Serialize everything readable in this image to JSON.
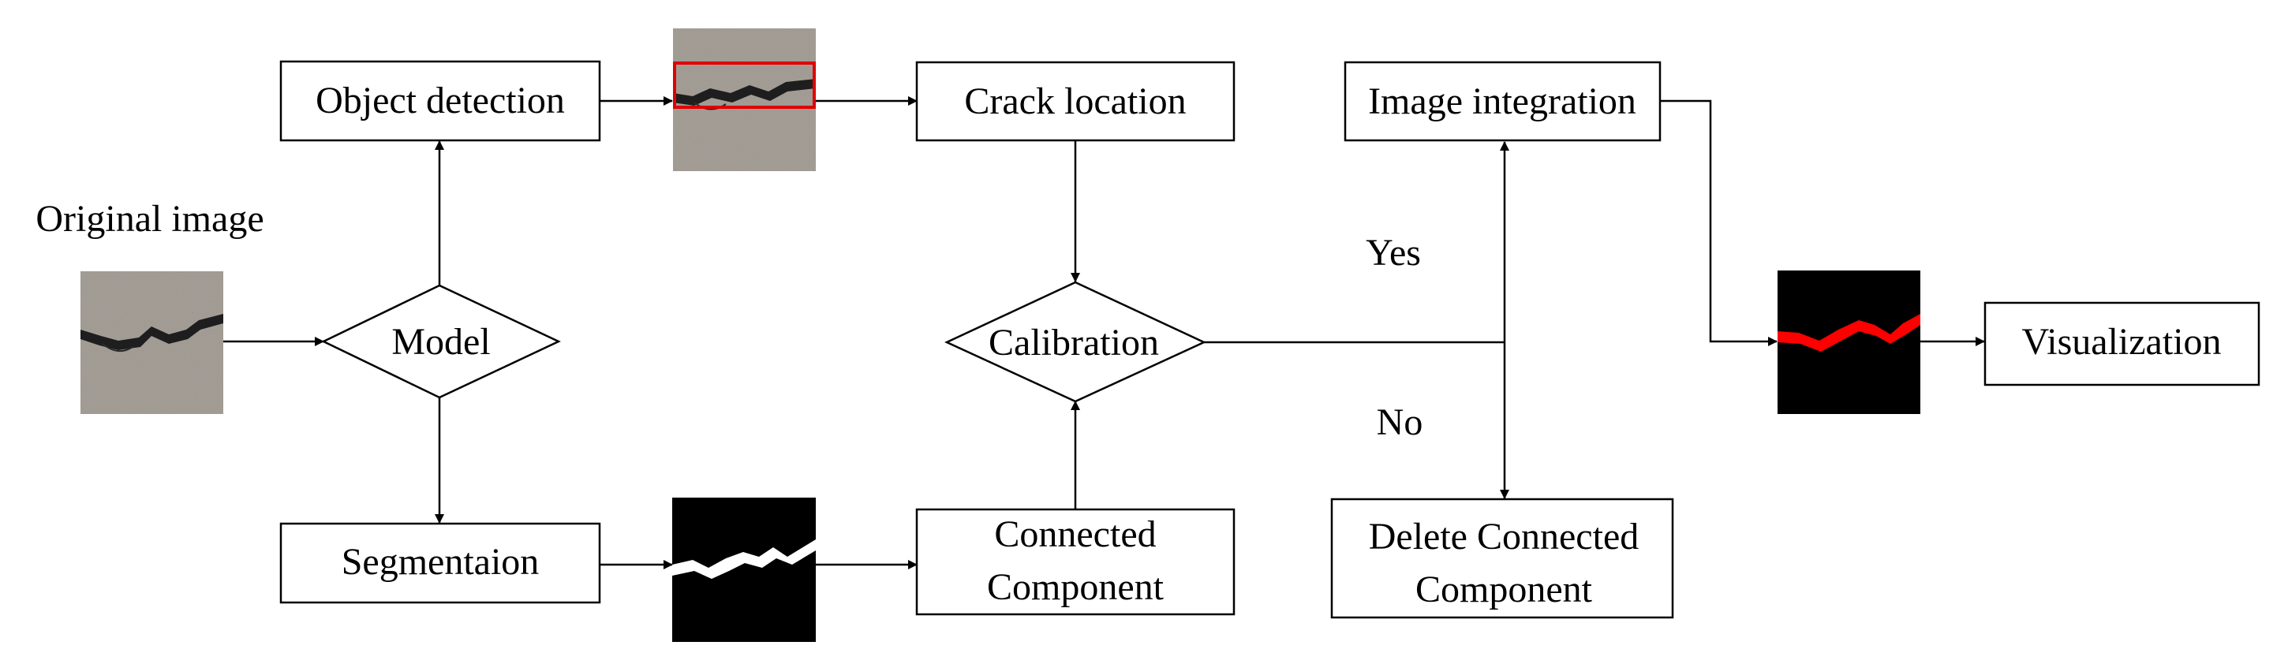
{
  "diagram": {
    "labels": {
      "original_image": "Original image",
      "yes": "Yes",
      "no": "No"
    },
    "nodes": {
      "object_detection": "Object detection",
      "model": "Model",
      "segmentation": "Segmentaion",
      "crack_location": "Crack location",
      "calibration": "Calibration",
      "connected_component": [
        "Connected",
        "Component"
      ],
      "image_integration": "Image integration",
      "delete_connected_component": [
        "Delete Connected",
        "Component"
      ],
      "visualization": "Visualization"
    },
    "colors": {
      "line": "#000000",
      "detection_box": "#e00000",
      "mask_crack_white": "#ffffff",
      "mask_crack_red": "#ff0000",
      "concrete": "#9a948c"
    },
    "icons": [
      "original-crack-photo",
      "detection-crack-photo",
      "segmentation-mask",
      "visualization-mask"
    ]
  }
}
